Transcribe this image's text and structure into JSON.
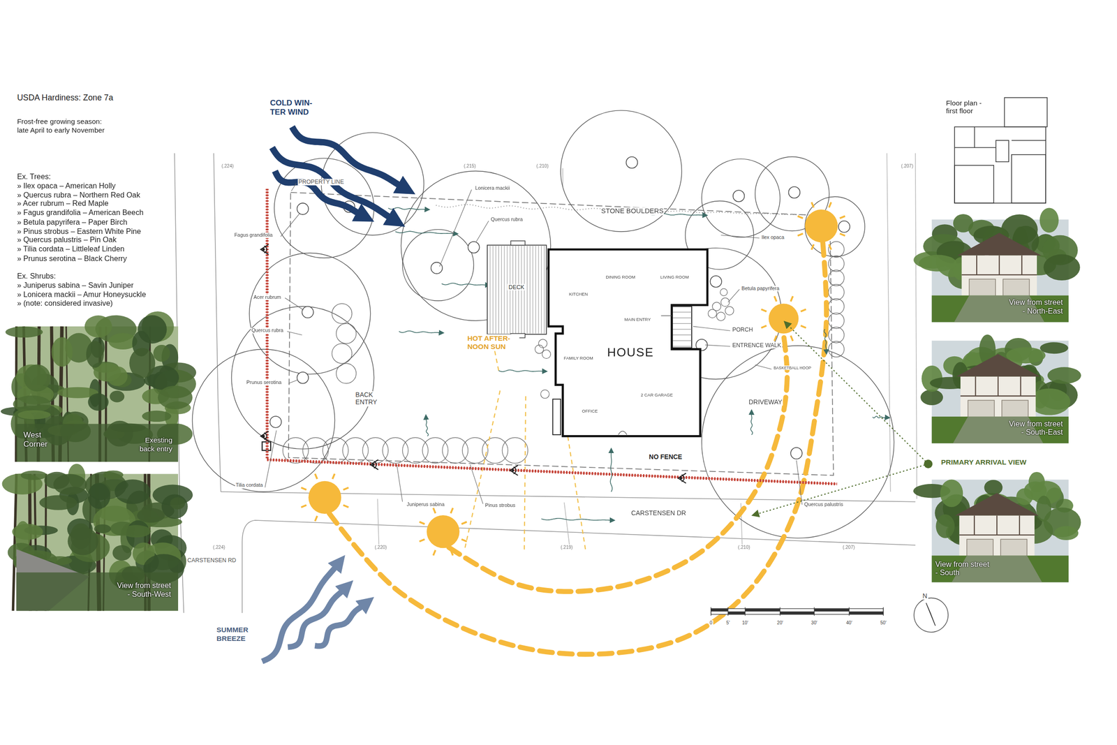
{
  "diagram": {
    "nodes": [
      {
        "text": [
          "DINING ROOM",
          "LIVING ROOM",
          "KITCHEN",
          "MAIN ENTRY",
          "HOUSE",
          "FAMILY ROOM",
          "2 CAR GARAGE",
          "OFFICE"
        ]
      },
      {
        "text": [
          "DECK"
        ]
      },
      {
        "text": [
          "West Corner",
          "Exesting back entry"
        ]
      },
      {
        "text": [
          "View from street - South-West"
        ]
      },
      {
        "text": [
          "Floor plan -first floor"
        ]
      },
      {
        "text": [
          "View from street - North-East"
        ]
      },
      {
        "text": [
          "View from street - South-East"
        ]
      },
      {
        "text": [
          "View from street - South"
        ]
      }
    ],
    "labels": [
      "USDA Hardiness: Zone 7a",
      "Frost-free growing season: late April to early November",
      "Ex. Trees:",
      "» Ilex opaca – American Holly",
      "» Quercus rubra – Northern Red Oak",
      "» Acer rubrum – Red Maple",
      "» Fagus grandifolia – American Beech",
      "» Betula papyrifera – Paper Birch",
      "» Pinus strobus – Eastern White Pine",
      "» Quercus palustris – Pin Oak",
      "» Tilia cordata – Littleleaf Linden",
      "» Prunus serotina – Black Cherry",
      "Ex. Shrubs:",
      "» Juniperus sabina – Savin Juniper",
      "» Lonicera mackii – Amur Honeysuckle",
      "» (note: considered invasive)",
      "COLD WIN- TER WIND",
      "PROPERTY LINE",
      "Lonicera mackii",
      "Quercus rubra",
      "STONE BOULDERS",
      "Ilex opaca",
      "Fagus grandifolia",
      "Acer rubrum",
      "Quercus rubra",
      "Prunus serotina",
      "HOT AFTER- NOON SUN",
      "Betula papyrifera",
      "PORCH",
      "ENTRENCE WALK",
      "BASKETBALL HOOP",
      "DRIVEWAY",
      "BACK ENTRY",
      "NO FENCE",
      "Tilia cordata",
      "Juniperus sabina",
      "Pinus strobus",
      "CARSTENSEN DR",
      "Quercus palustris",
      "CARSTENSEN RD",
      "PRIMARY ARRIVAL VIEW",
      "SUMMER BREEZE",
      "(.224)",
      "(.215)",
      "(.210)",
      "(.207)",
      "(.224)",
      "(.220)",
      "(.219)",
      "(.210)",
      "(.207)",
      "0",
      "5'",
      "10'",
      "20'",
      "30'",
      "40'",
      "50'",
      "N"
    ]
  }
}
